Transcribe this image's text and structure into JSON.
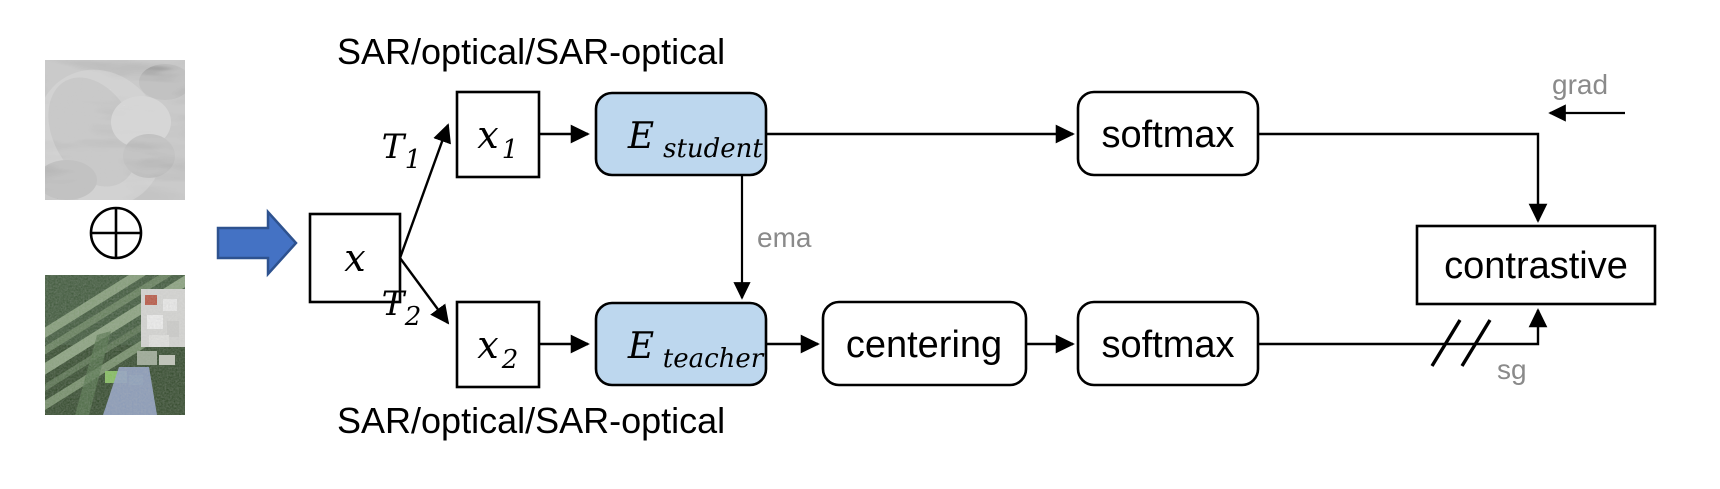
{
  "figure": {
    "type": "diagram",
    "title": "Self-supervised student-teacher contrastive learning architecture",
    "background_color": "#ffffff",
    "accent_color": "#4472C4",
    "encoder_fill_color": "#BDD7EE",
    "gray_label_color": "#8A8A8A"
  },
  "inputs": {
    "sar_patch_name": "sar-image-patch",
    "optical_patch_name": "optical-image-patch",
    "combine_symbol": "⊕",
    "feed_arrow_name": "blue-feed-arrow"
  },
  "labels": {
    "top_modality": "SAR/optical/SAR-optical",
    "bottom_modality": "SAR/optical/SAR-optical",
    "ema": "ema",
    "grad": "grad",
    "sg": "sg"
  },
  "nodes": {
    "x": {
      "label": "x",
      "sub": ""
    },
    "x1": {
      "label": "x",
      "sub": "1"
    },
    "x2": {
      "label": "x",
      "sub": "2"
    },
    "t1": {
      "label": "T",
      "sub": "1"
    },
    "t2": {
      "label": "T",
      "sub": "2"
    },
    "e_student": {
      "label": "E",
      "sub": "student"
    },
    "e_teacher": {
      "label": "E",
      "sub": "teacher"
    },
    "softmax_top": {
      "label": "softmax"
    },
    "centering": {
      "label": "centering"
    },
    "softmax_bottom": {
      "label": "softmax"
    },
    "contrastive": {
      "label": "contrastive"
    }
  }
}
